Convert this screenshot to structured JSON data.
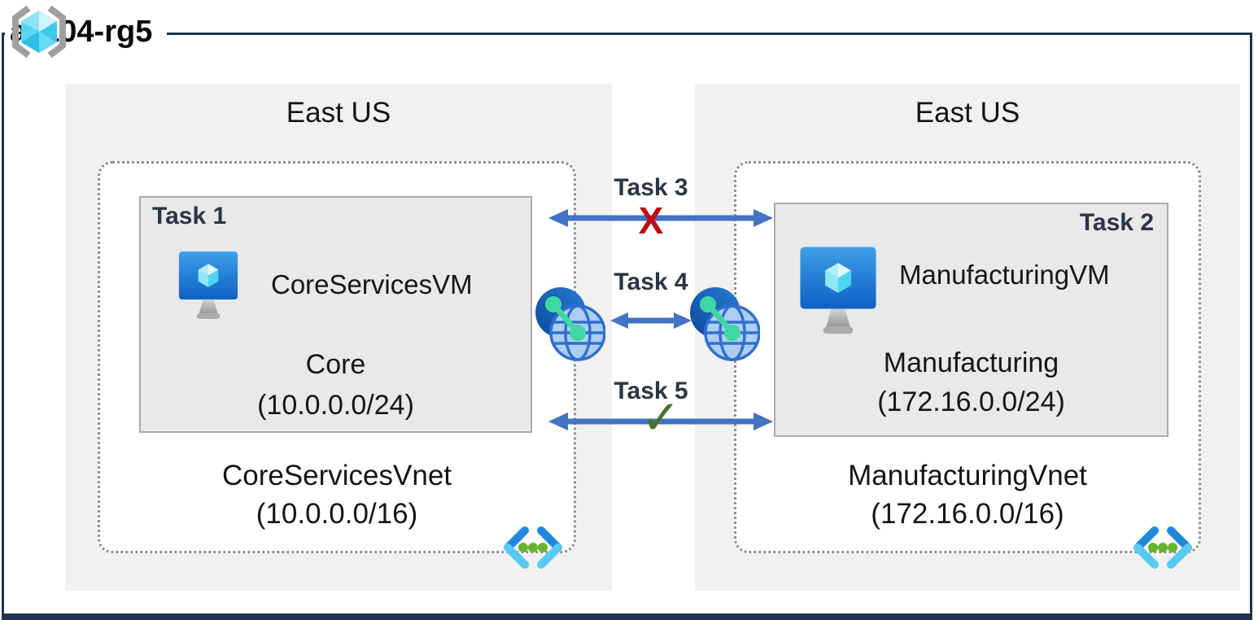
{
  "title": {
    "text": "az104-rg5"
  },
  "regions": [
    {
      "name": "East US",
      "vnet_label": "CoreServicesVnet",
      "vnet_cidr": "(10.0.0.0/16)",
      "task": {
        "label": "Task 1",
        "vm_name": "CoreServicesVM",
        "subnet_name": "Core",
        "subnet_cidr": "(10.0.0.0/24)"
      }
    },
    {
      "name": "East US",
      "vnet_label": "ManufacturingVnet",
      "vnet_cidr": "(172.16.0.0/16)",
      "task": {
        "label": "Task 2",
        "vm_name": "ManufacturingVM",
        "subnet_name": "Manufacturing",
        "subnet_cidr": "(172.16.0.0/24)"
      }
    }
  ],
  "connections": [
    {
      "label": "Task 3",
      "marker": "X",
      "status": "blocked"
    },
    {
      "label": "Task 4",
      "marker": "",
      "status": "peered"
    },
    {
      "label": "Task 5",
      "marker": "✓",
      "status": "allowed"
    }
  ],
  "icons": {
    "header": "resource-group-icon",
    "vm": "virtual-machine-icon",
    "vnet": "virtual-network-icon",
    "peering": "network-peering-icon"
  },
  "colors": {
    "frame": "#1e3351",
    "region_bg": "#f1f1f2",
    "task_bg": "#e9e9ea",
    "arrow": "#4472c4",
    "blocked": "#c00b15",
    "allowed": "#4a7227"
  }
}
